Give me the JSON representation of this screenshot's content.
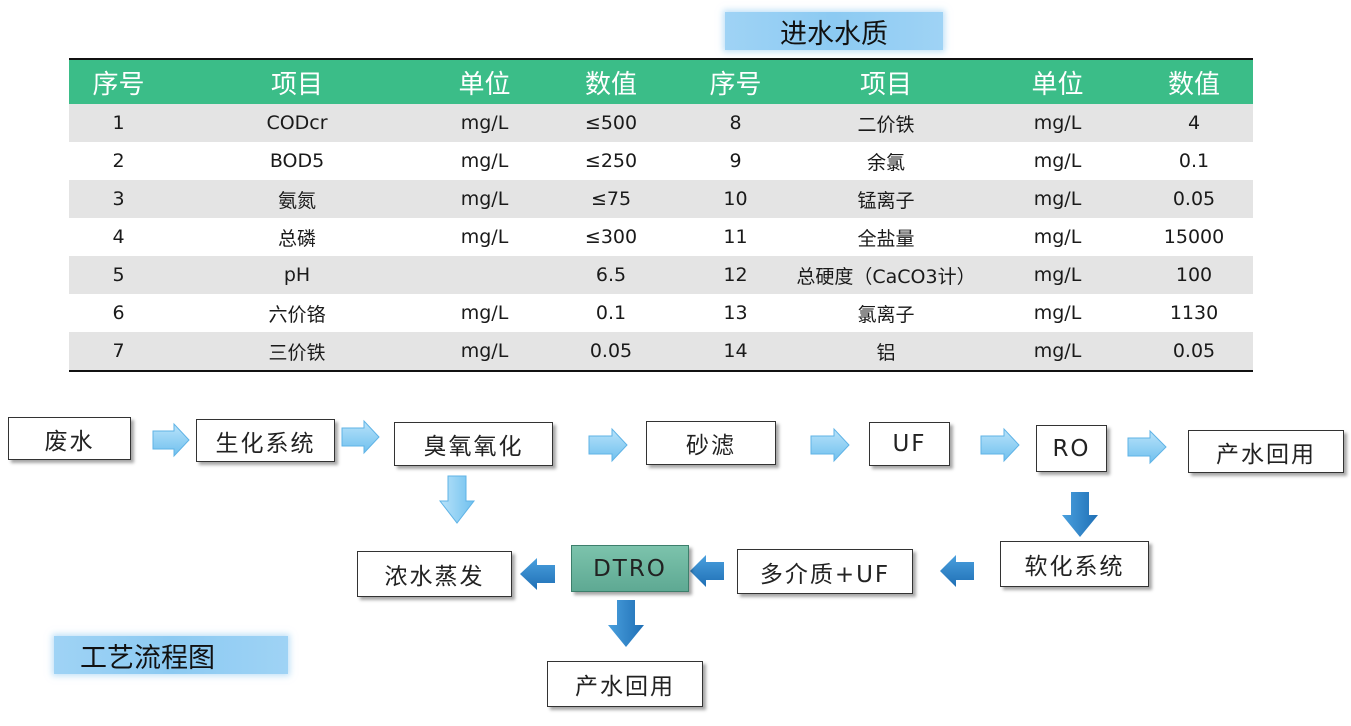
{
  "title_water": "进水水质",
  "title_process": "工艺流程图",
  "table": {
    "headers": [
      "序号",
      "项目",
      "单位",
      "数值",
      "序号",
      "项目",
      "单位",
      "数值"
    ],
    "rows": [
      [
        "1",
        "CODcr",
        "mg/L",
        "≤500",
        "8",
        "二价铁",
        "mg/L",
        "4"
      ],
      [
        "2",
        "BOD5",
        "mg/L",
        "≤250",
        "9",
        "余氯",
        "mg/L",
        "0.1"
      ],
      [
        "3",
        "氨氮",
        "mg/L",
        "≤75",
        "10",
        "锰离子",
        "mg/L",
        "0.05"
      ],
      [
        "4",
        "总磷",
        "mg/L",
        "≤300",
        "11",
        "全盐量",
        "mg/L",
        "15000"
      ],
      [
        "5",
        "pH",
        "",
        "6.5",
        "12",
        "总硬度（CaCO3计）",
        "mg/L",
        "100"
      ],
      [
        "6",
        "六价铬",
        "mg/L",
        "0.1",
        "13",
        "氯离子",
        "mg/L",
        "1130"
      ],
      [
        "7",
        "三价铁",
        "mg/L",
        "0.05",
        "14",
        "铝",
        "mg/L",
        "0.05"
      ]
    ]
  },
  "flow": {
    "wastewater": "废水",
    "biochem": "生化系统",
    "ozone": "臭氧氧化",
    "sand": "砂滤",
    "uf": "UF",
    "ro": "RO",
    "reuse1": "产水回用",
    "softening": "软化系统",
    "multimedia_uf": "多介质+UF",
    "dtro": "DTRO",
    "concentrate": "浓水蒸发",
    "reuse2": "产水回用"
  },
  "colors": {
    "header_green": "#3bbd88",
    "row_gray": "#e4e4e4",
    "arrow_light": "#8fd0f3",
    "arrow_dark": "#2a7fc4",
    "dtro_fill": "#6cb59e"
  }
}
